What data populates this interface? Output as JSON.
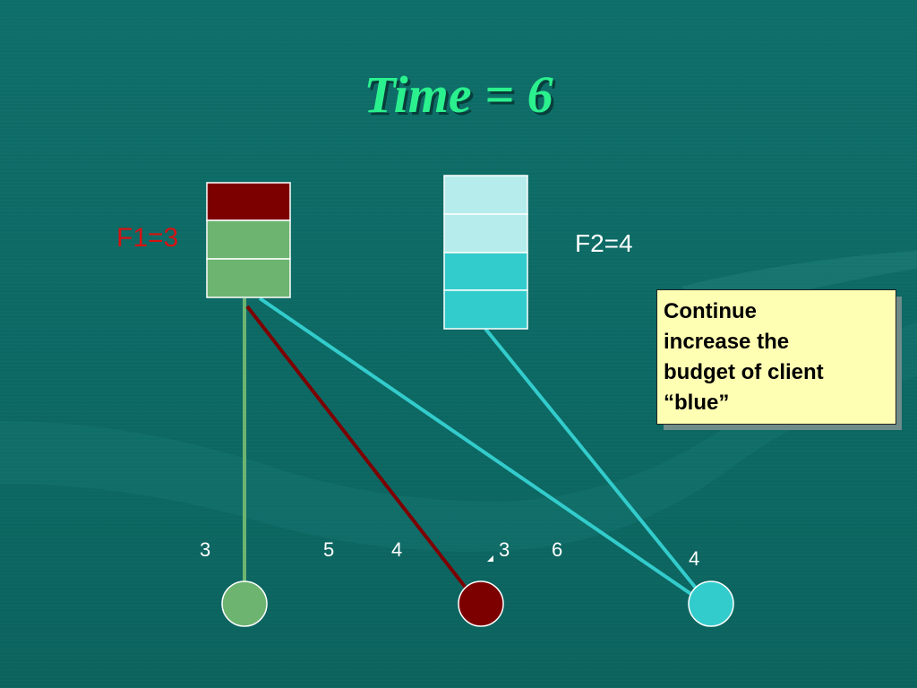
{
  "title": "Time = 6",
  "facilities": {
    "f1": {
      "label": "F1=3"
    },
    "f2": {
      "label": "F2=4"
    }
  },
  "edge_numbers": [
    "3",
    "5",
    "4",
    "3",
    "6",
    "4"
  ],
  "note": "Continue\nincrease the\nbudget of client\n“blue”",
  "colors": {
    "background": "#0d6b66",
    "title": "#2bf08e",
    "dark_red": "#7d0000",
    "green": "#6db470",
    "light_cyan": "#b6ecec",
    "cyan": "#33cccc",
    "note_fill": "#ffffb3"
  }
}
